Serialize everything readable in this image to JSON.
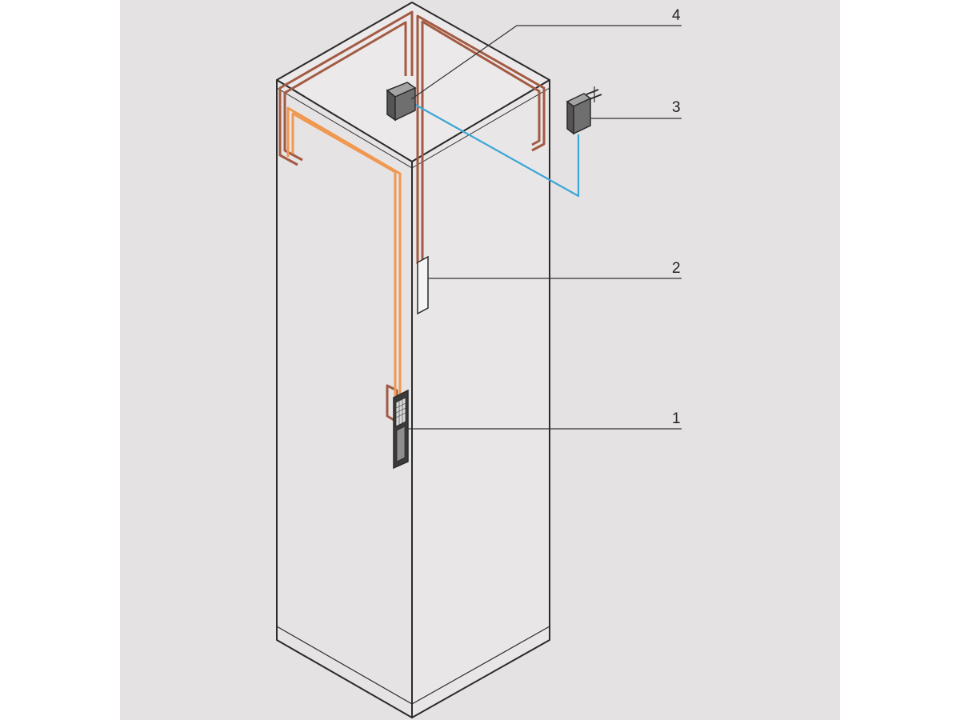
{
  "colors": {
    "background": "#ffffff",
    "panel": "#e5e2e3",
    "outline": "#2b2b2b",
    "cable_brown": "#a25a43",
    "cable_orange": "#f0984f",
    "cable_blue": "#3aa6d6",
    "device": "#6f6f6f",
    "leader": "#333333"
  },
  "callouts": [
    {
      "id": "4",
      "label": "4"
    },
    {
      "id": "3",
      "label": "3"
    },
    {
      "id": "2",
      "label": "2"
    },
    {
      "id": "1",
      "label": "1"
    }
  ]
}
